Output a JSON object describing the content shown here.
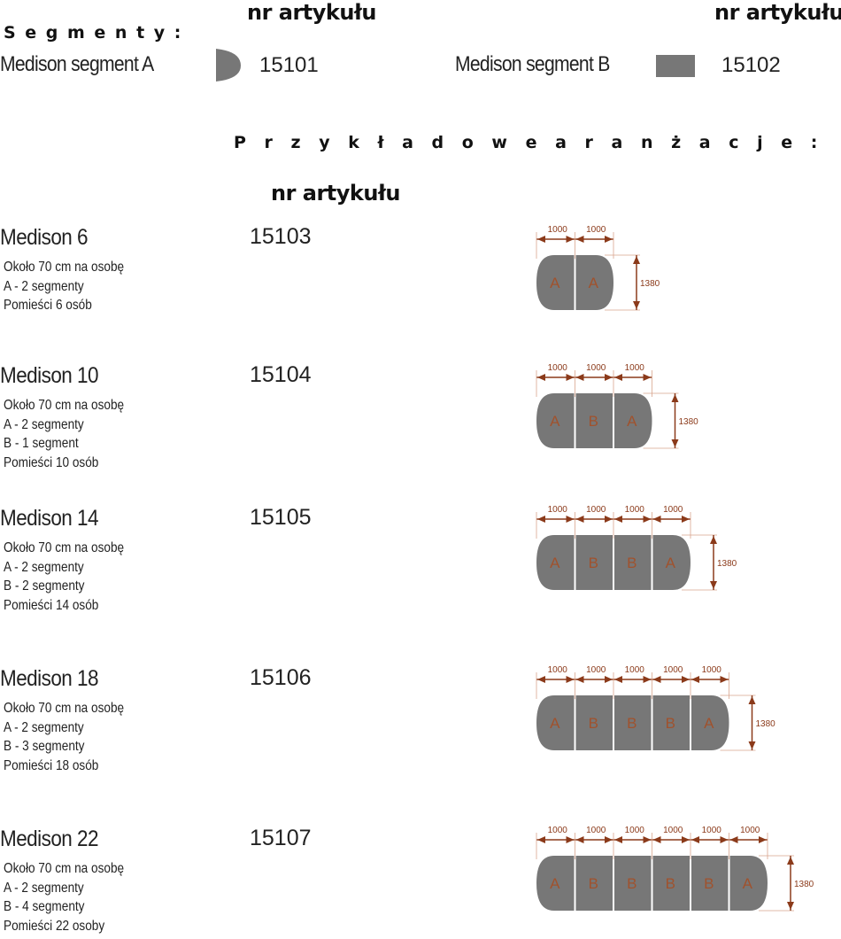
{
  "header": {
    "segments_title": "S e g m e n t y :",
    "nr_label_1": "nr artykułu",
    "nr_label_2": "nr artykułu"
  },
  "segments": [
    {
      "name": "Medison segment A",
      "number": "15101",
      "icon": "segment-a-icon"
    },
    {
      "name": "Medison segment B",
      "number": "15102",
      "icon": "segment-b-icon"
    }
  ],
  "arrangements_title": "P r z y k ł a d o w e     a r a n ż a c j e :",
  "nr_label_3": "nr artykułu",
  "colors": {
    "segment_fill": "#777777",
    "segment_label": "#a0522d",
    "dimension": "#8b3a1a"
  },
  "arrangements": [
    {
      "title": "Medison 6",
      "number": "15103",
      "lines": [
        "Około 70 cm na osobę",
        "A - 2 segmenty",
        "Pomieści 6 osób"
      ],
      "segments": [
        "A",
        "A"
      ],
      "widths": [
        "1000",
        "1000"
      ],
      "height": "1380"
    },
    {
      "title": "Medison 10",
      "number": "15104",
      "lines": [
        "Około 70 cm na osobę",
        "A - 2 segmenty",
        "B - 1 segment",
        "Pomieści 10 osób"
      ],
      "segments": [
        "A",
        "B",
        "A"
      ],
      "widths": [
        "1000",
        "1000",
        "1000"
      ],
      "height": "1380"
    },
    {
      "title": "Medison 14",
      "number": "15105",
      "lines": [
        "Około 70 cm na osobę",
        "A - 2 segmenty",
        "B - 2 segmenty",
        "Pomieści 14 osób"
      ],
      "segments": [
        "A",
        "B",
        "B",
        "A"
      ],
      "widths": [
        "1000",
        "1000",
        "1000",
        "1000"
      ],
      "height": "1380"
    },
    {
      "title": "Medison 18",
      "number": "15106",
      "lines": [
        "Około 70 cm na osobę",
        "A - 2 segmenty",
        "B - 3 segmenty",
        "Pomieści 18 osób"
      ],
      "segments": [
        "A",
        "B",
        "B",
        "B",
        "A"
      ],
      "widths": [
        "1000",
        "1000",
        "1000",
        "1000",
        "1000"
      ],
      "height": "1380"
    },
    {
      "title": "Medison 22",
      "number": "15107",
      "lines": [
        "Około 70 cm na osobę",
        "A - 2 segmenty",
        "B - 4 segmenty",
        "Pomieści 22 osoby"
      ],
      "segments": [
        "A",
        "B",
        "B",
        "B",
        "B",
        "A"
      ],
      "widths": [
        "1000",
        "1000",
        "1000",
        "1000",
        "1000",
        "1000"
      ],
      "height": "1380"
    }
  ]
}
